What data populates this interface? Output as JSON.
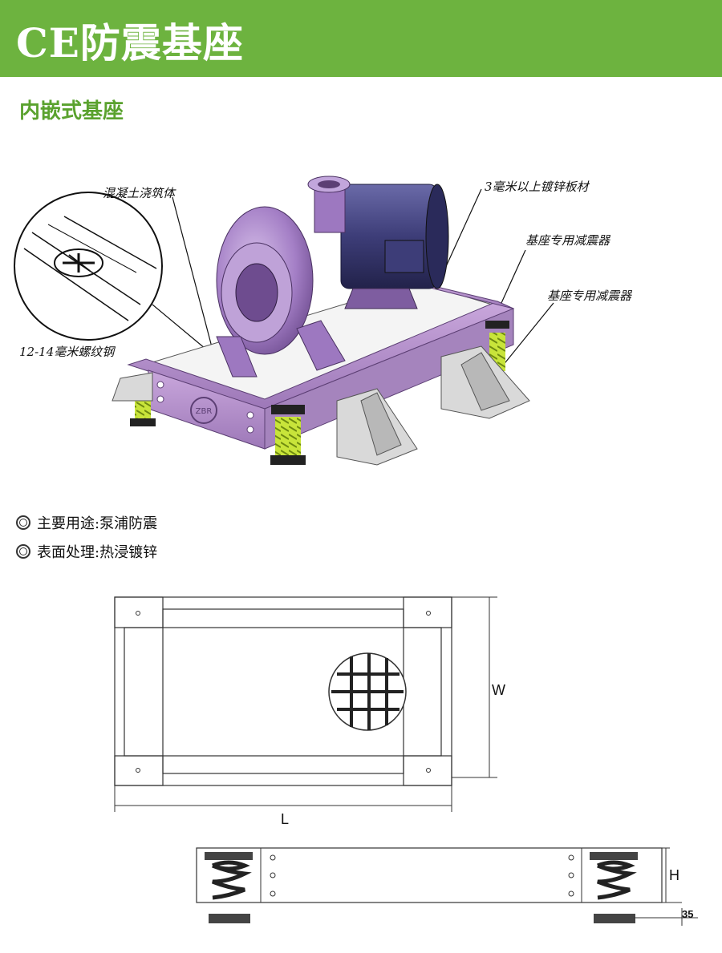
{
  "header": {
    "title": "CE防震基座"
  },
  "subtitle": "内嵌式基座",
  "callouts": {
    "concrete": "混凝土浇筑体",
    "plate": "3毫米以上镀锌板材",
    "isolator_1": "基座专用减震器",
    "isolator_2": "基座专用减震器",
    "rebar": "12-14毫米螺纹钢"
  },
  "base_logo": "ZBR",
  "specs": [
    {
      "label": "主要用途:泵浦防震"
    },
    {
      "label": "表面处理:热浸镀锌"
    }
  ],
  "dimensions": {
    "width": "W",
    "length": "L",
    "height": "H",
    "clearance": "35"
  },
  "colors": {
    "header_bg": "#6db33f",
    "subtitle": "#5aa22e",
    "frame": "#b08ec4",
    "spring": "#c8e43a"
  }
}
